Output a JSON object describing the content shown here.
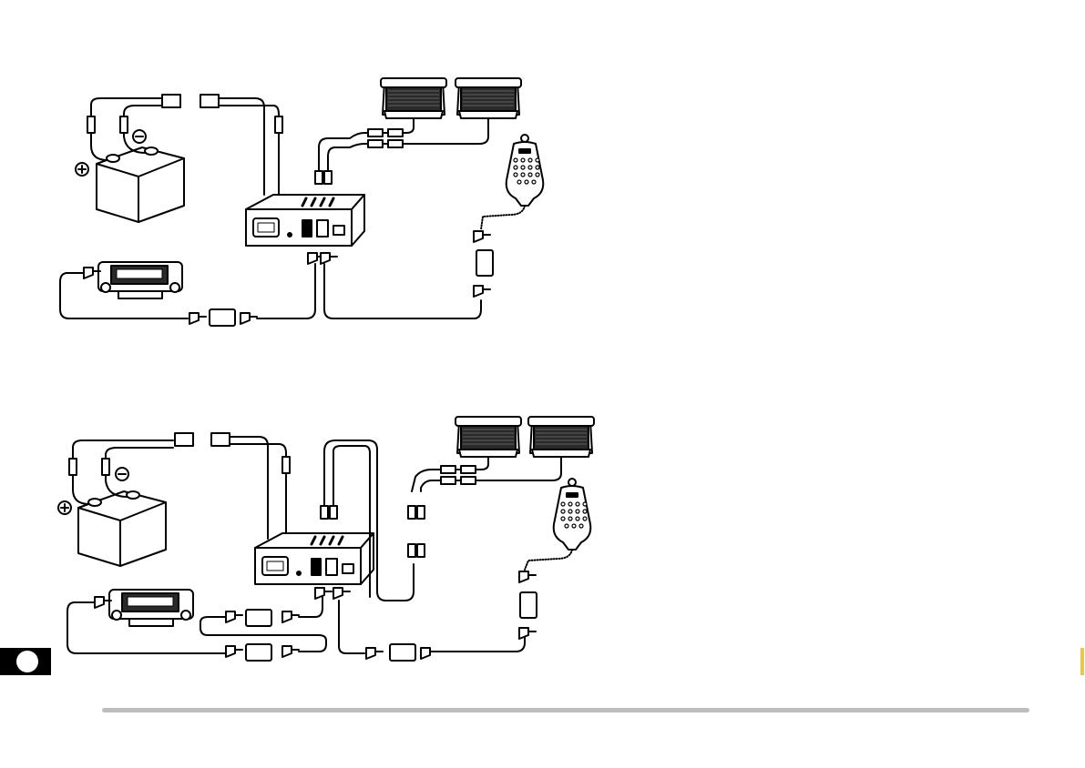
{
  "diagram": {
    "figures": [
      {
        "figure": "connection-diagram-single-speaker-pair",
        "parts": [
          "battery",
          "fuse-holder",
          "power-connector",
          "main-unit",
          "front-panel",
          "modular-coupler",
          "speaker",
          "microphone"
        ]
      },
      {
        "figure": "connection-diagram-with-extension-cables",
        "parts": [
          "battery",
          "fuse-holder",
          "power-connector",
          "main-unit",
          "front-panel",
          "modular-coupler",
          "speaker",
          "microphone"
        ]
      }
    ],
    "icons": [
      "battery-icon",
      "speaker-icon",
      "microphone-icon",
      "transceiver-icon",
      "front-panel-icon",
      "coupler-icon",
      "plus-terminal-icon",
      "minus-terminal-icon"
    ]
  },
  "page": {
    "tab_color": "#000000",
    "rule_color": "#bdbdbd",
    "edge_mark_color": "#e8c84a"
  }
}
